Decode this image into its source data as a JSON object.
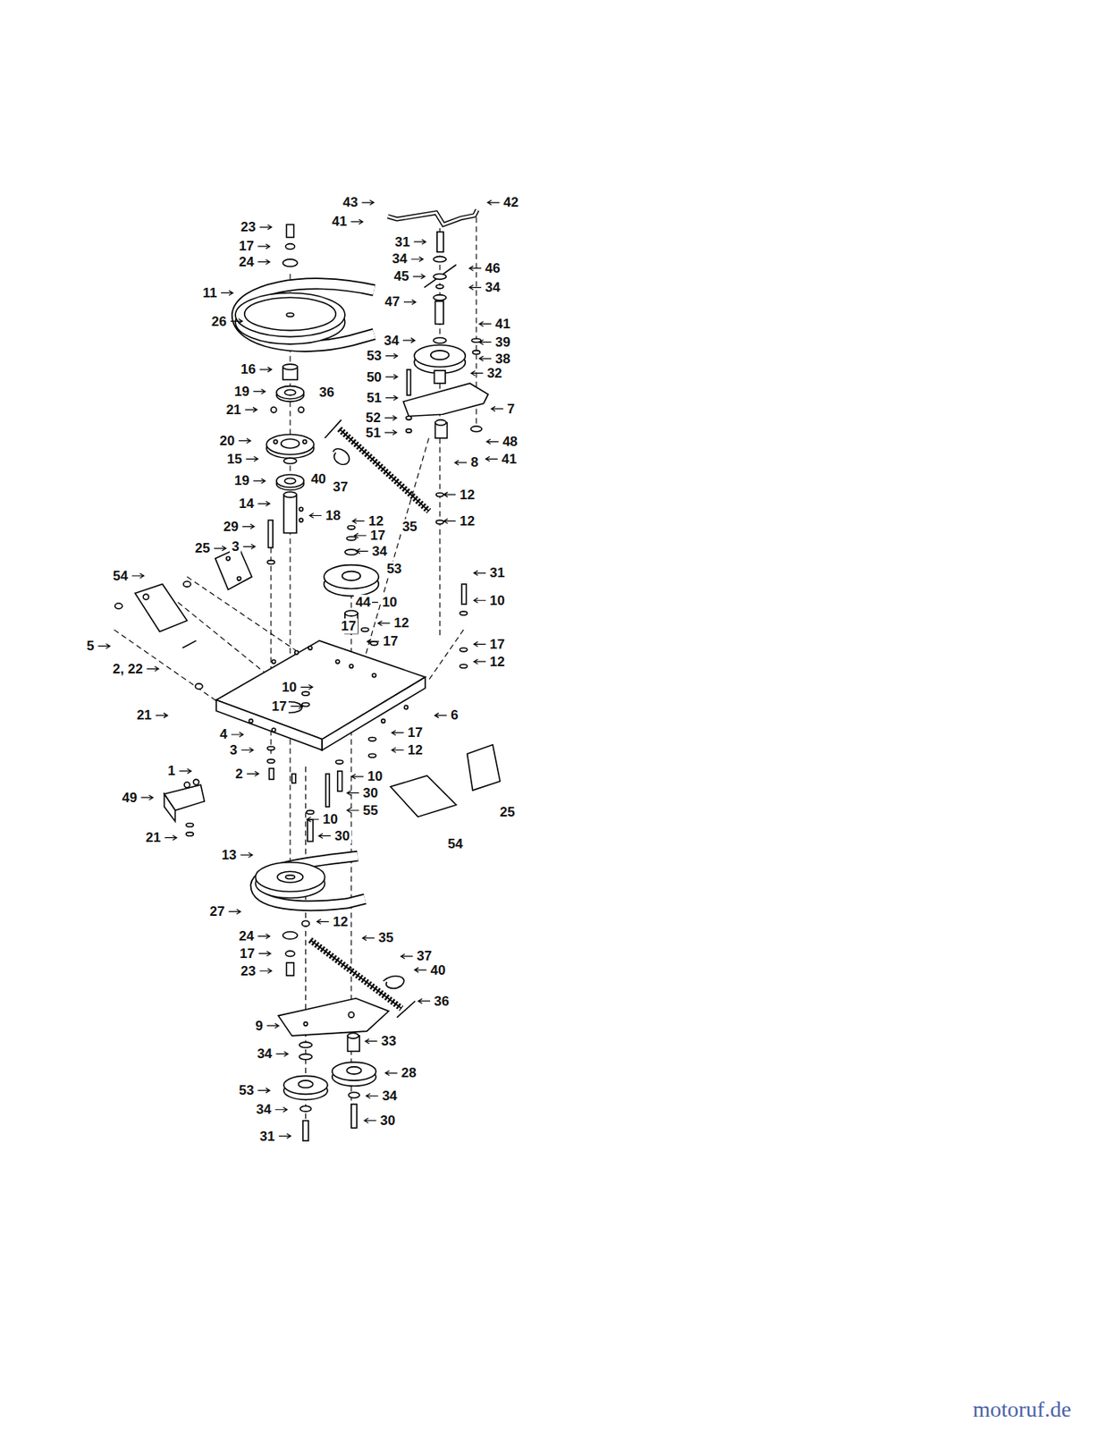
{
  "diagram": {
    "labels": [
      "43",
      "41",
      "42",
      "31",
      "34",
      "45",
      "46",
      "34",
      "47",
      "41",
      "39",
      "38",
      "34",
      "53",
      "32",
      "50",
      "51",
      "7",
      "52",
      "51",
      "48",
      "41",
      "8",
      "36",
      "40",
      "37",
      "35",
      "12",
      "12",
      "23",
      "17",
      "24",
      "11",
      "26",
      "16",
      "19",
      "21",
      "20",
      "15",
      "19",
      "14",
      "18",
      "29",
      "3",
      "25",
      "54",
      "5",
      "2, 22",
      "21",
      "12",
      "17",
      "34",
      "53",
      "44",
      "10",
      "17",
      "12",
      "17",
      "31",
      "10",
      "17",
      "12",
      "10",
      "17",
      "6",
      "4",
      "3",
      "17",
      "12",
      "2",
      "10",
      "30",
      "55",
      "10",
      "30",
      "1",
      "49",
      "21",
      "54",
      "25",
      "13",
      "27",
      "24",
      "17",
      "23",
      "12",
      "35",
      "37",
      "40",
      "36",
      "9",
      "34",
      "53",
      "34",
      "31",
      "33",
      "28",
      "34",
      "30",
      "motoruf.de"
    ]
  }
}
